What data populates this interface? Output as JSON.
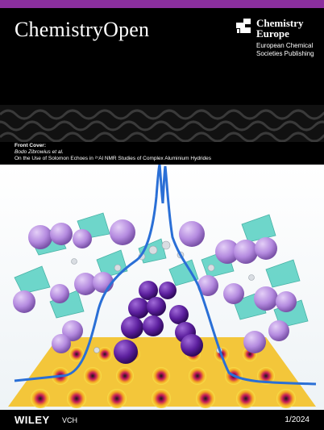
{
  "journal": {
    "title": "ChemistryOpen"
  },
  "publisher": {
    "name_line1": "Chemistry",
    "name_line2": "Europe",
    "sub_line1": "European Chemical",
    "sub_line2": "Societies Publishing",
    "logo_icon": "chemistry-europe-logo-icon"
  },
  "front_cover": {
    "heading": "Front Cover:",
    "authors": "Bodo Zibrowius et al.",
    "article_title": "On the Use of Solomon Echoes in ²⁷Al NMR Studies of Complex Aluminium Hydrides"
  },
  "footer": {
    "publisher_mark": "WILEY",
    "publisher_sub": "VCH",
    "issue": "1/2024"
  },
  "colors": {
    "accent": "#8b2f9e",
    "background": "#000000",
    "spectrum_line": "#2a6fd6",
    "sphere": "#b98fe0",
    "tetrahedron": "#56d0c2"
  }
}
